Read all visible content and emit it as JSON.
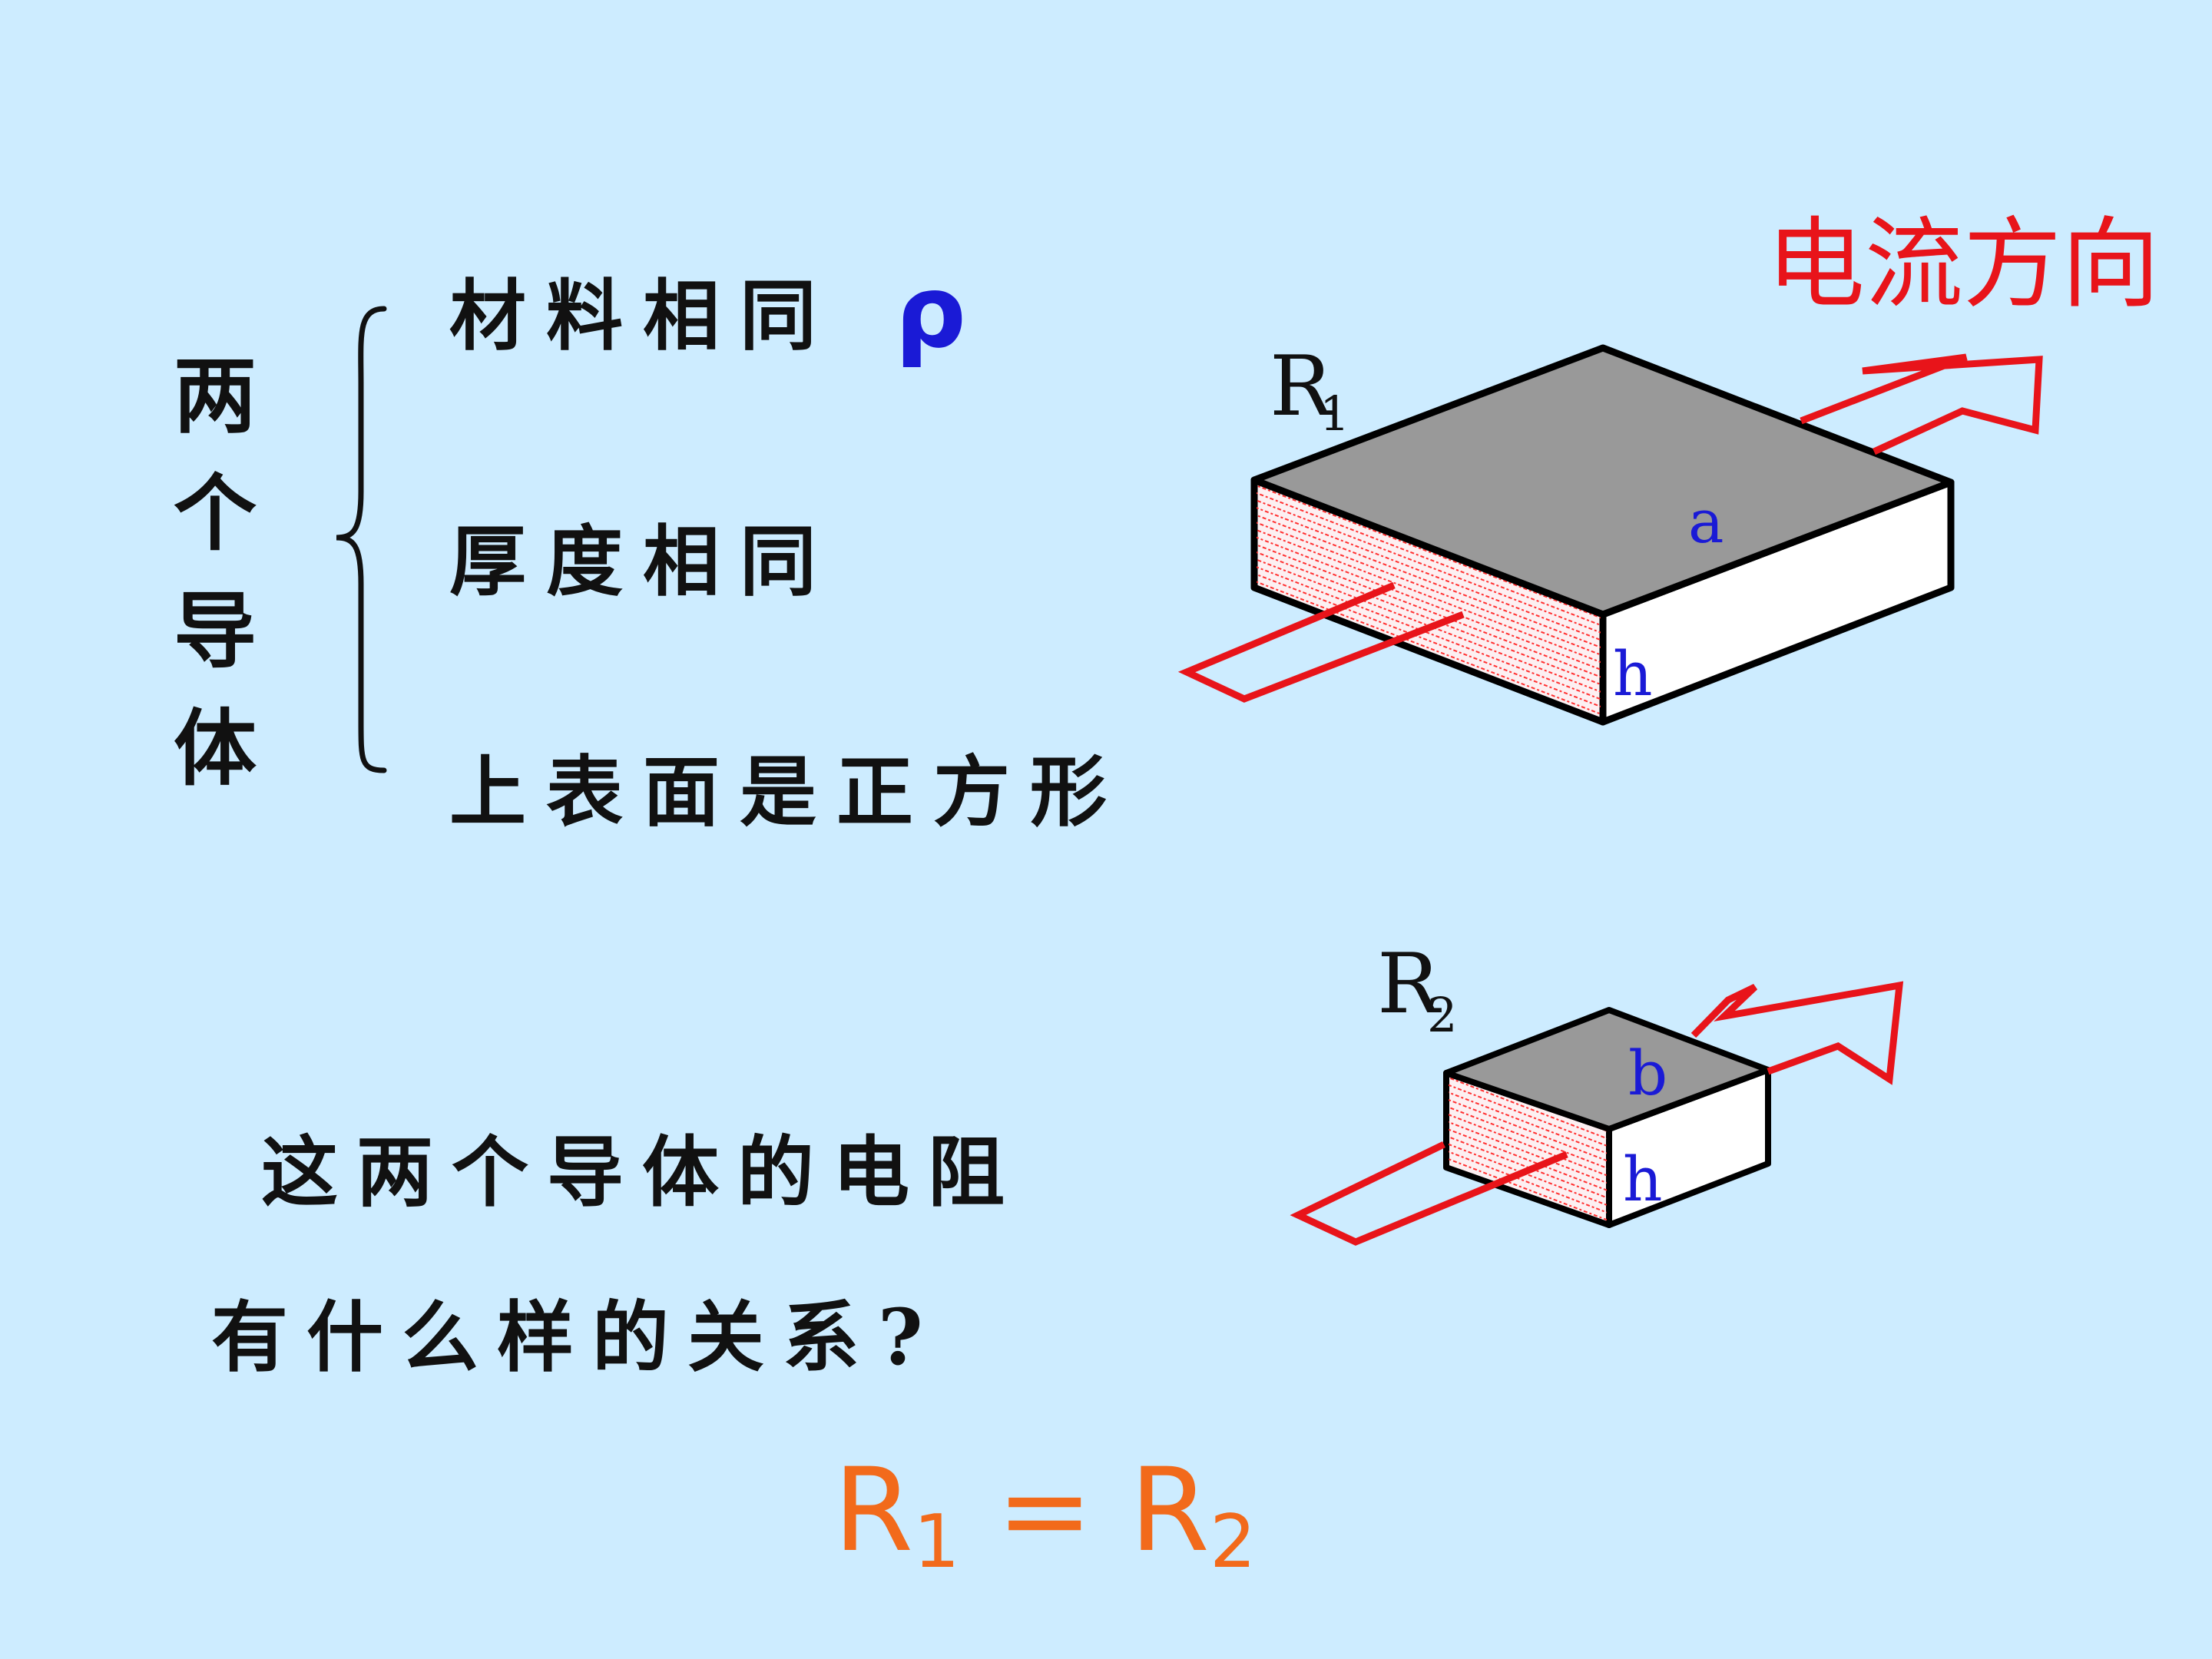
{
  "left_title_chars": [
    "两",
    "个",
    "导",
    "体"
  ],
  "properties": [
    "材料相同",
    "厚度相同",
    "上表面是正方形"
  ],
  "rho_symbol": "ρ",
  "question": [
    "这两个导体的电阻",
    "有什么样的关系?"
  ],
  "current_direction": "电流方向",
  "conductor1": {
    "label": "R",
    "sub": "1",
    "side": "a",
    "thickness": "h"
  },
  "conductor2": {
    "label": "R",
    "sub": "2",
    "side": "b",
    "thickness": "h"
  },
  "equation": {
    "lhs": "R",
    "lhs_sub": "1",
    "eq": " = ",
    "rhs": "R",
    "rhs_sub": "2"
  },
  "colors": {
    "background": "#cdecff",
    "arrow": "#e8141a",
    "label_blue": "#1a1ad6",
    "answer": "#f26a1b",
    "top_face": "#999999"
  }
}
